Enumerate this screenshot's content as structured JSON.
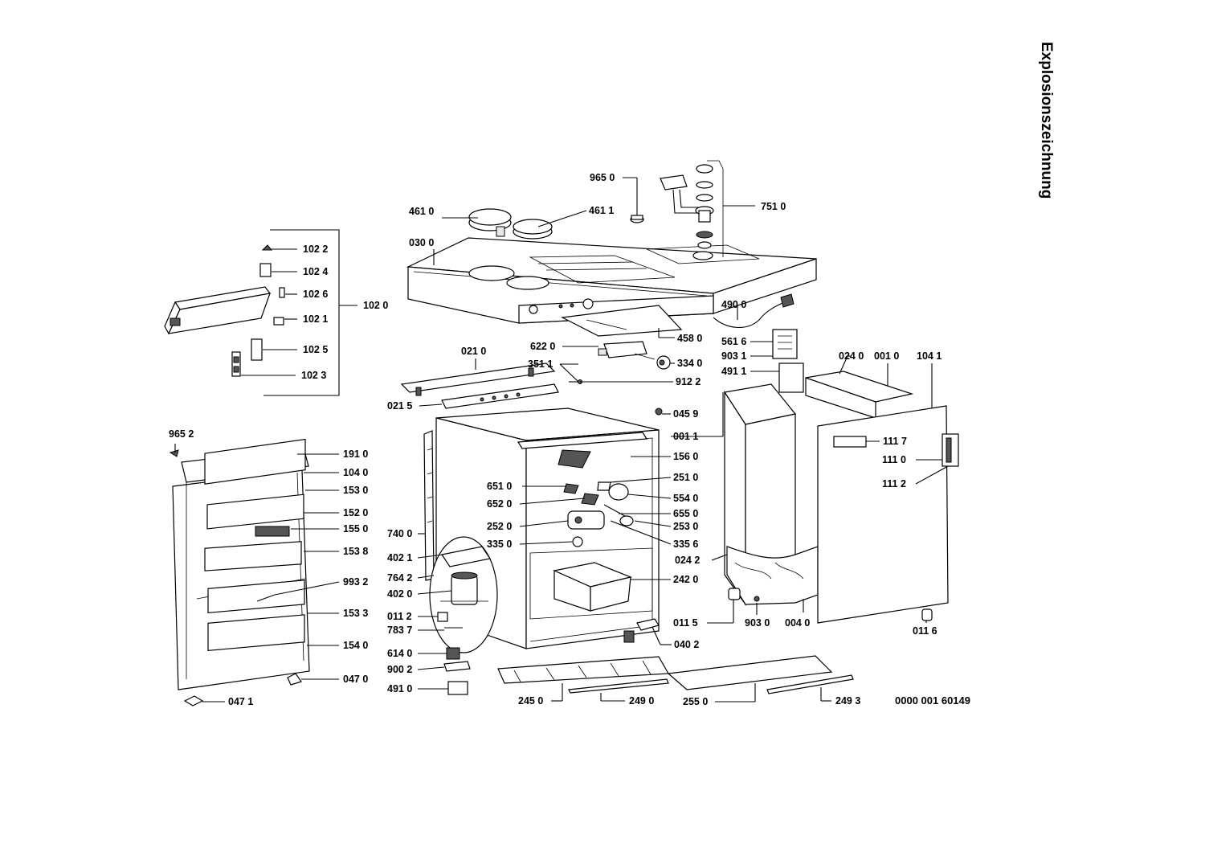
{
  "title": "Explosionszeichnung",
  "document_number": "0000 001 60149",
  "labels": {
    "p0010": "001 0",
    "p0011": "001 1",
    "p0040": "004 0",
    "p0112": "011 2",
    "p0115": "011 5",
    "p0116": "011 6",
    "p0210": "021 0",
    "p0215": "021 5",
    "p0240": "024 0",
    "p0242": "024 2",
    "p0300": "030 0",
    "p0402": "040 2",
    "p0459": "045 9",
    "p0470": "047 0",
    "p0471": "047 1",
    "p1020": "102 0",
    "p1021": "102 1",
    "p1022": "102 2",
    "p1023": "102 3",
    "p1024": "102 4",
    "p1025": "102 5",
    "p1026": "102 6",
    "p1040": "104 0",
    "p1041": "104 1",
    "p1110": "111 0",
    "p1112": "111 2",
    "p1117": "111 7",
    "p1520": "152 0",
    "p1530": "153 0",
    "p1533": "153 3",
    "p1538": "153 8",
    "p1540": "154 0",
    "p1550": "155 0",
    "p1560": "156 0",
    "p1910": "191 0",
    "p2420": "242 0",
    "p2450": "245 0",
    "p2490": "249 0",
    "p2493": "249 3",
    "p2510": "251 0",
    "p2520": "252 0",
    "p2530": "253 0",
    "p2550": "255 0",
    "p3340": "334 0",
    "p3350": "335 0",
    "p3356": "335 6",
    "p3511": "351 1",
    "p4020": "402 0",
    "p4021": "402 1",
    "p4580": "458 0",
    "p4610": "461 0",
    "p4611": "461 1",
    "p4900": "490 0",
    "p4910": "491 0",
    "p4911": "491 1",
    "p5540": "554 0",
    "p5616": "561 6",
    "p6140": "614 0",
    "p6220": "622 0",
    "p6510": "651 0",
    "p6520": "652 0",
    "p6550": "655 0",
    "p7400": "740 0",
    "p7510": "751 0",
    "p7642": "764 2",
    "p7837": "783 7",
    "p9002": "900 2",
    "p9030": "903 0",
    "p9031": "903 1",
    "p9122": "912 2",
    "p9332": "993 2",
    "p9650": "965 0",
    "p9652": "965 2"
  }
}
